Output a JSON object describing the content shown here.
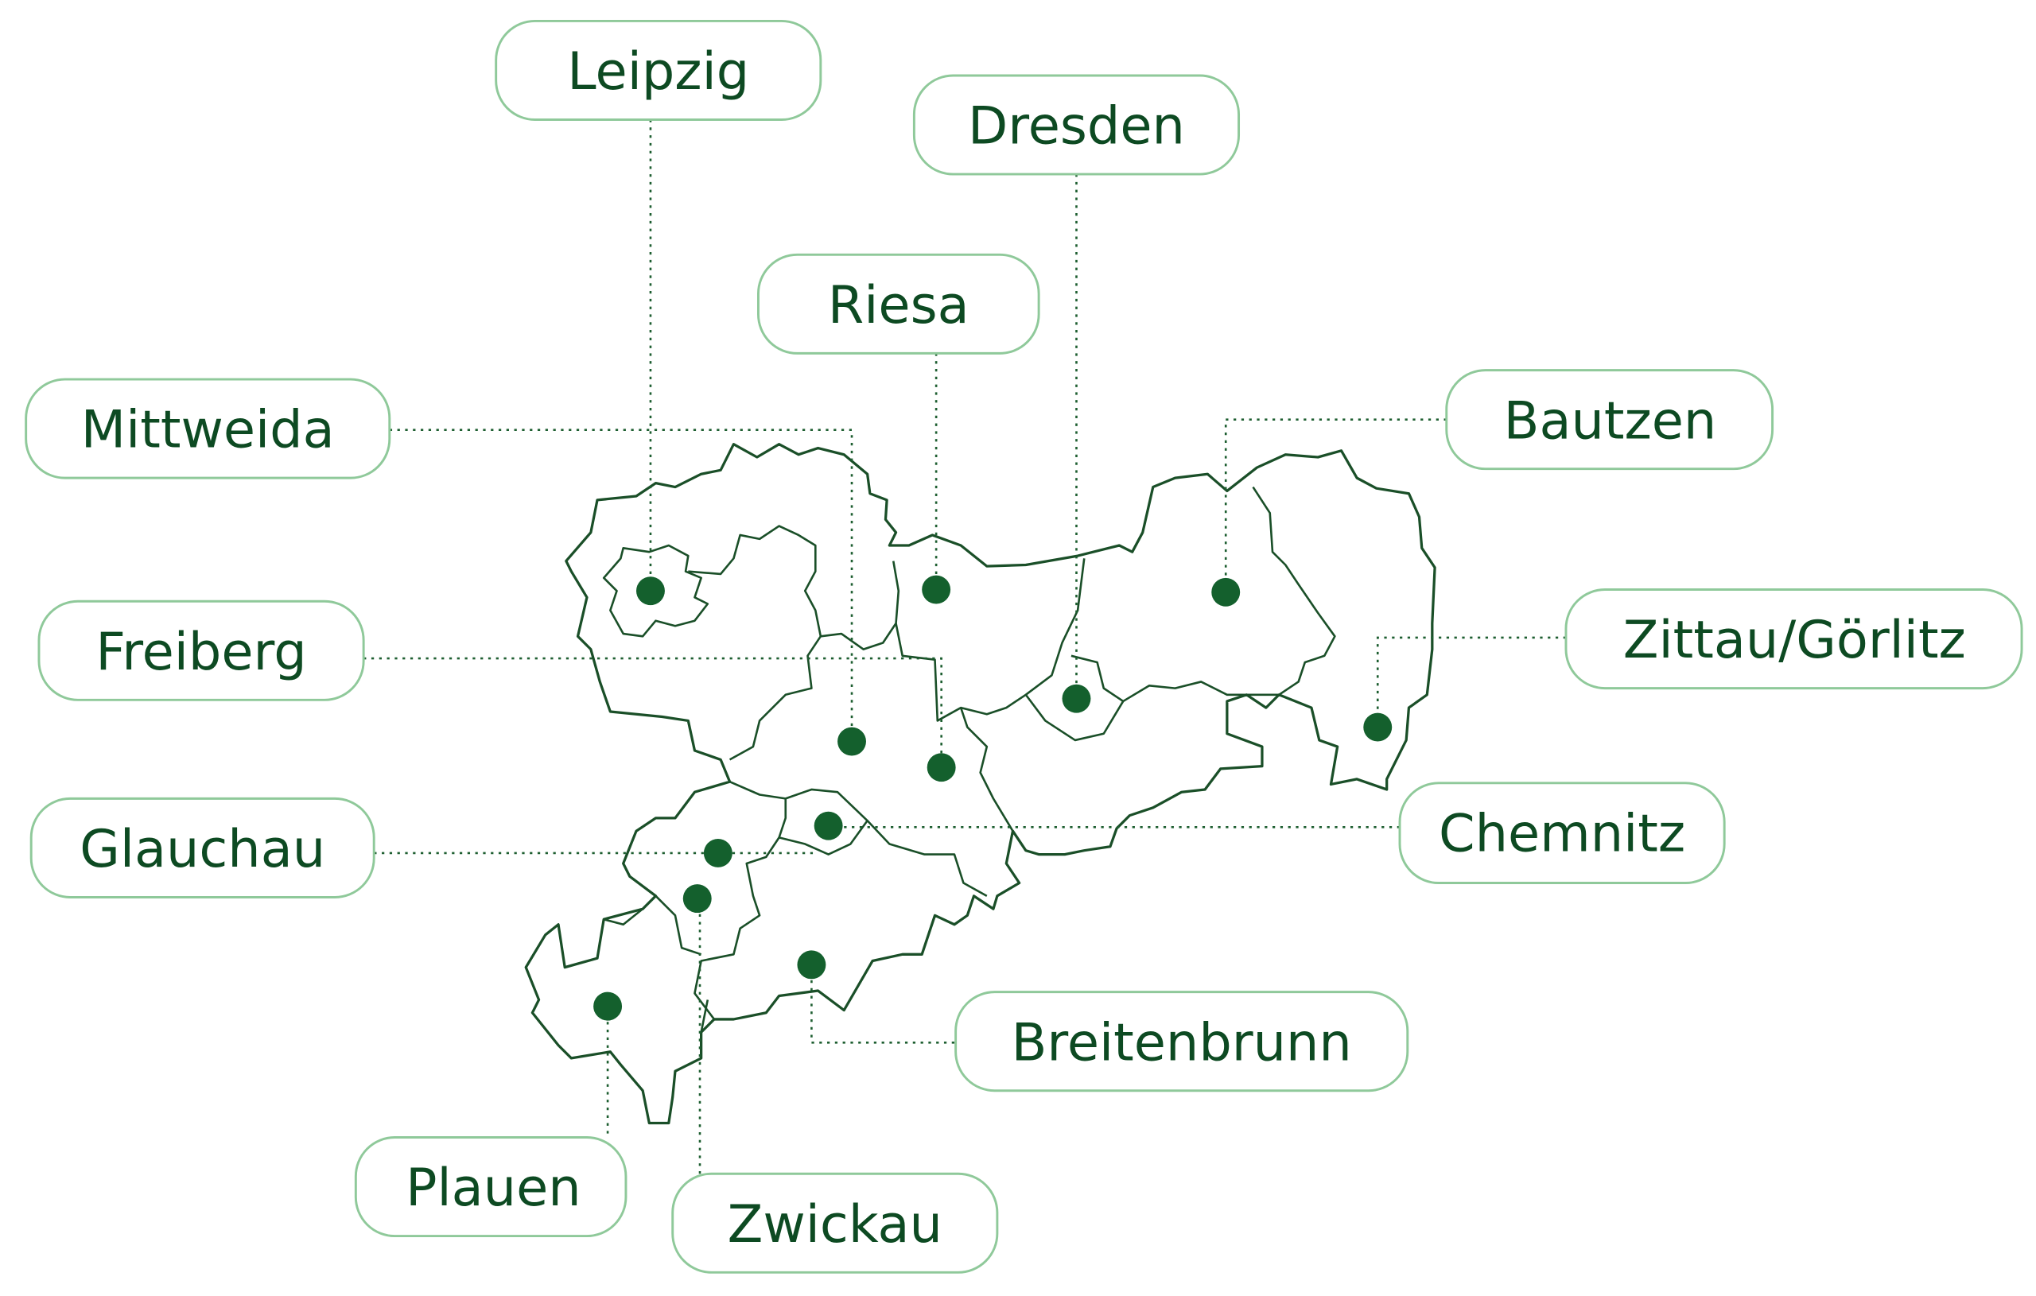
{
  "title": "Standorte in Sachsen",
  "colors": {
    "text": "#0d4a22",
    "box_border": "#8fc99a",
    "marker": "#14602d",
    "outline": "#1a4f28"
  },
  "locations": [
    {
      "id": "leipzig",
      "label": "Leipzig"
    },
    {
      "id": "dresden",
      "label": "Dresden"
    },
    {
      "id": "riesa",
      "label": "Riesa"
    },
    {
      "id": "mittweida",
      "label": "Mittweida"
    },
    {
      "id": "bautzen",
      "label": "Bautzen"
    },
    {
      "id": "zittau",
      "label": "Zittau/Görlitz"
    },
    {
      "id": "freiberg",
      "label": "Freiberg"
    },
    {
      "id": "chemnitz",
      "label": "Chemnitz"
    },
    {
      "id": "glauchau",
      "label": "Glauchau"
    },
    {
      "id": "breitenbrunn",
      "label": "Breitenbrunn"
    },
    {
      "id": "plauen",
      "label": "Plauen"
    },
    {
      "id": "zwickau",
      "label": "Zwickau"
    }
  ]
}
